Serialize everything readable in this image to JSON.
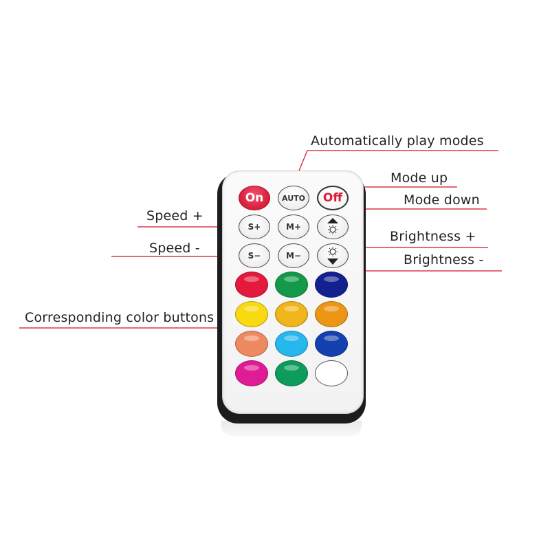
{
  "annotations": {
    "auto_modes": "Automatically play modes",
    "mode_up": "Mode up",
    "mode_down": "Mode down",
    "speed_plus": "Speed +",
    "speed_minus": "Speed -",
    "brightness_plus": "Brightness +",
    "brightness_minus": "Brightness -",
    "color_buttons": "Corresponding color buttons"
  },
  "remote": {
    "buttons": {
      "on": "On",
      "auto": "AUTO",
      "off": "Off",
      "speed_up": "S+",
      "mode_up": "M+",
      "speed_down": "S−",
      "mode_down": "M−"
    },
    "brightness_up_icon": "sun-arrow-up-icon",
    "brightness_down_icon": "sun-arrow-down-icon",
    "color_buttons": [
      "#e4193c",
      "#12994a",
      "#13208f",
      "#f9d90f",
      "#f0b51b",
      "#ec9614",
      "#ee8a62",
      "#26b7ec",
      "#1440b0",
      "#df1c95",
      "#0e9c5c",
      "#ffffff"
    ],
    "accent_color": "#d81e3a",
    "leader_line_color": "#d0101e"
  }
}
